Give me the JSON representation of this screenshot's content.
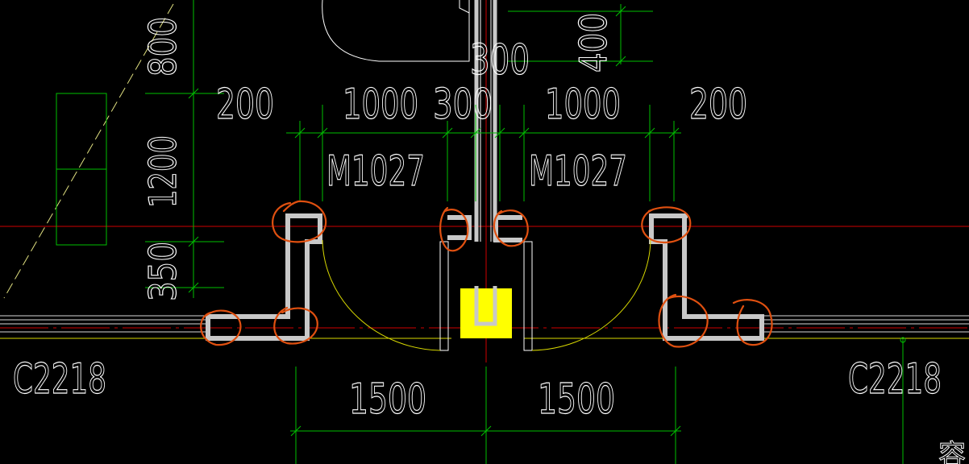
{
  "colors": {
    "background": "#000000",
    "dimension": "#00c000",
    "axis": "#d00000",
    "wall": "#c8c8c8",
    "door_swing": "#d8d800",
    "column": "#ffff00",
    "markup": "#e05010",
    "text": "#ffffff"
  },
  "dims": {
    "top_200_left": "200",
    "top_1000_left": "1000",
    "top_300_mid": "300",
    "top_1000_right": "1000",
    "top_200_right": "200",
    "upper_300": "300",
    "upper_400": "400",
    "left_800": "800",
    "left_1200": "1200",
    "left_350": "350",
    "bottom_1500_left": "1500",
    "bottom_1500_right": "1500"
  },
  "labels": {
    "door_left": "M1027",
    "door_right": "M1027",
    "window_left": "C2218",
    "window_right": "C2218",
    "corner_char": "容"
  },
  "icons": {
    "markup": "hand-drawn-circle-icon"
  }
}
